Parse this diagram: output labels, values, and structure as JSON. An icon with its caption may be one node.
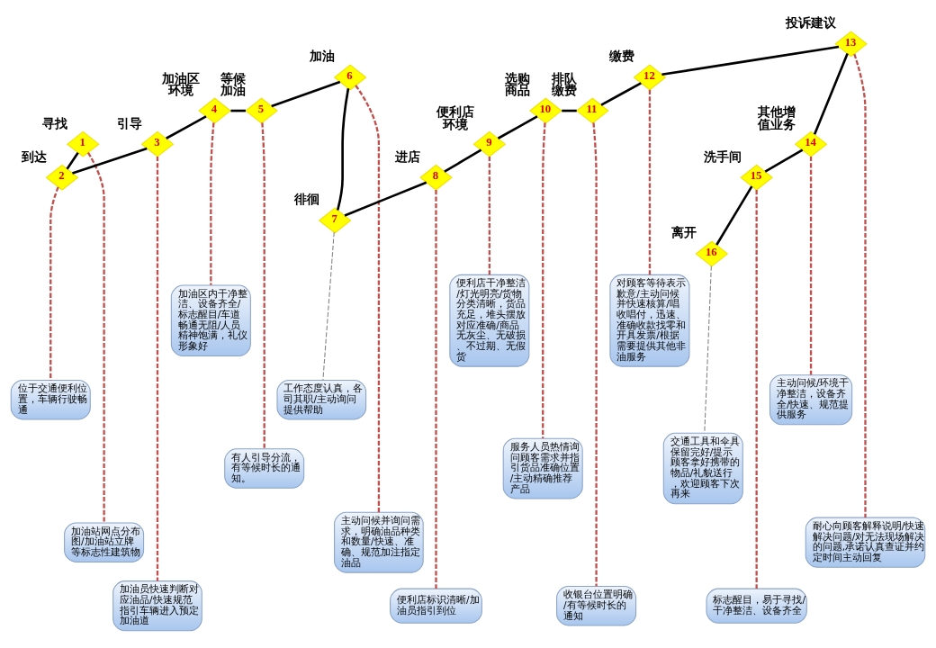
{
  "diagram": {
    "nodes": [
      {
        "text": [
          "1"
        ],
        "beside": [
          "寻找"
        ]
      },
      {
        "text": [
          "2"
        ],
        "beside": [
          "到达"
        ]
      },
      {
        "text": [
          "3"
        ],
        "beside": [
          "引导"
        ]
      },
      {
        "text": [
          "4"
        ],
        "beside": [
          "加油区环境"
        ]
      },
      {
        "text": [
          "5"
        ],
        "beside": [
          "等候加油"
        ]
      },
      {
        "text": [
          "6"
        ],
        "beside": [
          "加油"
        ]
      },
      {
        "text": [
          "7"
        ],
        "beside": [
          "徘徊"
        ]
      },
      {
        "text": [
          "8"
        ],
        "beside": [
          "进店"
        ]
      },
      {
        "text": [
          "9"
        ],
        "beside": [
          "便利店环境"
        ]
      },
      {
        "text": [
          "10"
        ],
        "beside": [
          "选购商品"
        ]
      },
      {
        "text": [
          "11"
        ],
        "beside": [
          "排队缴费"
        ]
      },
      {
        "text": [
          "12"
        ],
        "beside": [
          "缴费"
        ]
      },
      {
        "text": [
          "13"
        ],
        "beside": [
          "投诉建议"
        ]
      },
      {
        "text": [
          "14"
        ],
        "beside": [
          "其他增值业务"
        ]
      },
      {
        "text": [
          "15"
        ],
        "beside": [
          "洗手间"
        ]
      },
      {
        "text": [
          "16"
        ],
        "beside": [
          "离开"
        ]
      },
      {
        "text": [
          "加油站网点分布图/加油站立牌等标志性建筑物"
        ]
      },
      {
        "text": [
          "位于交通便利位置，车辆行驶畅通"
        ]
      },
      {
        "text": [
          "加油员快速判断对应油品/快速规范指引车辆进入预定加油道"
        ]
      },
      {
        "text": [
          "加油区内干净整洁、设备齐全/标志醒目/车道畅通无阻/人员精神饱满，礼仪形象好"
        ]
      },
      {
        "text": [
          "有人引导分流，有等候时长的通知。"
        ]
      },
      {
        "text": [
          "主动问候并询问需求，明确油品种类和数量/快速、准确、规范加注指定油品"
        ]
      },
      {
        "text": [
          "工作态度认真，各司其职/主动询问提供帮助"
        ]
      },
      {
        "text": [
          "便利店标识清晰/加油员指引到位"
        ]
      },
      {
        "text": [
          "便利店干净整洁/灯光明亮/货物分类清晰，货品充足，堆头摆放对应准确/商品无灰尘、无破损、不过期、无假货"
        ]
      },
      {
        "text": [
          "服务人员热情询问顾客需求并指引货品准确位置/主动精确推荐产品"
        ]
      },
      {
        "text": [
          "收银台位置明确/有等候时长的通知"
        ]
      },
      {
        "text": [
          "对顾客等待表示歉意/主动问候并快速核算/唱收唱付，迅速、准确收款找零和开具发票/根据需要提供其他非油服务"
        ]
      },
      {
        "text": [
          "耐心向顾客解释说明/快速解决问题/对无法现场解决的问题,承诺认真查证并约定时间主动回复"
        ]
      },
      {
        "text": [
          "主动问候/环境干净整洁，设备齐全/快速、规范提供服务"
        ]
      },
      {
        "text": [
          "标志醒目，易于寻找/干净整洁、设备齐全"
        ]
      },
      {
        "text": [
          "交通工具和伞具保留完好/提示顾客拿好携带的物品/礼貌送行，欢迎顾客下次再来"
        ]
      }
    ],
    "edges": [
      {
        "from": 0,
        "to": 1,
        "arrow": "none"
      },
      {
        "from": 1,
        "to": 2,
        "arrow": "none"
      },
      {
        "from": 2,
        "to": 3,
        "arrow": "none"
      },
      {
        "from": 3,
        "to": 4,
        "arrow": "none"
      },
      {
        "from": 4,
        "to": 5,
        "arrow": "none"
      },
      {
        "from": 5,
        "to": 6,
        "arrow": "none"
      },
      {
        "from": 6,
        "to": 7,
        "arrow": "none"
      },
      {
        "from": 7,
        "to": 8,
        "arrow": "none"
      },
      {
        "from": 8,
        "to": 9,
        "arrow": "none"
      },
      {
        "from": 9,
        "to": 10,
        "arrow": "none"
      },
      {
        "from": 10,
        "to": 11,
        "arrow": "none"
      },
      {
        "from": 11,
        "to": 12,
        "arrow": "none"
      },
      {
        "from": 12,
        "to": 13,
        "arrow": "none"
      },
      {
        "from": 13,
        "to": 14,
        "arrow": "none"
      },
      {
        "from": 14,
        "to": 15,
        "arrow": "none"
      },
      {
        "from": 0,
        "to": 16,
        "arrow": "none",
        "style": "dashed",
        "color": "#c0504d"
      },
      {
        "from": 1,
        "to": 17,
        "arrow": "none",
        "style": "dashed",
        "color": "#c0504d"
      },
      {
        "from": 2,
        "to": 18,
        "arrow": "none",
        "style": "dashed",
        "color": "#c0504d"
      },
      {
        "from": 3,
        "to": 19,
        "arrow": "none",
        "style": "dashed",
        "color": "#c0504d"
      },
      {
        "from": 4,
        "to": 20,
        "arrow": "none",
        "style": "dashed",
        "color": "#c0504d"
      },
      {
        "from": 5,
        "to": 21,
        "arrow": "none",
        "style": "dashed",
        "color": "#c0504d"
      },
      {
        "from": 6,
        "to": 22,
        "arrow": "none",
        "style": "dashed",
        "color": "#808080"
      },
      {
        "from": 7,
        "to": 23,
        "arrow": "none",
        "style": "dashed",
        "color": "#c0504d"
      },
      {
        "from": 8,
        "to": 24,
        "arrow": "none",
        "style": "dashed",
        "color": "#c0504d"
      },
      {
        "from": 9,
        "to": 25,
        "arrow": "none",
        "style": "dashed",
        "color": "#c0504d"
      },
      {
        "from": 10,
        "to": 26,
        "arrow": "none",
        "style": "dashed",
        "color": "#c0504d"
      },
      {
        "from": 11,
        "to": 27,
        "arrow": "none",
        "style": "dashed",
        "color": "#c0504d"
      },
      {
        "from": 12,
        "to": 28,
        "arrow": "none",
        "style": "dashed",
        "color": "#c0504d"
      },
      {
        "from": 13,
        "to": 29,
        "arrow": "none",
        "style": "dashed",
        "color": "#c0504d"
      },
      {
        "from": 14,
        "to": 30,
        "arrow": "none",
        "style": "dashed",
        "color": "#c0504d"
      },
      {
        "from": 15,
        "to": 31,
        "arrow": "none",
        "style": "dashed",
        "color": "#808080"
      }
    ]
  }
}
